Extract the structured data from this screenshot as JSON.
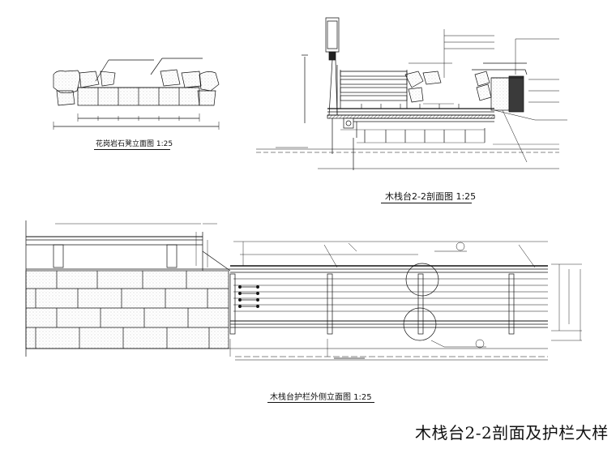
{
  "drawing": {
    "sheet_title": "木栈台2-2剖面及护栏大样",
    "views": {
      "bench_elevation": {
        "title": "花岗岩石凳立面图  1:25"
      },
      "section_2_2": {
        "title": "木栈台2-2剖面图  1:25"
      },
      "railing_elevation": {
        "title": "木栈台护栏外侧立面图  1:25"
      }
    },
    "colors": {
      "line": "#111111",
      "hatch": "#555555",
      "dark_fill": "#3a3a3a"
    }
  }
}
